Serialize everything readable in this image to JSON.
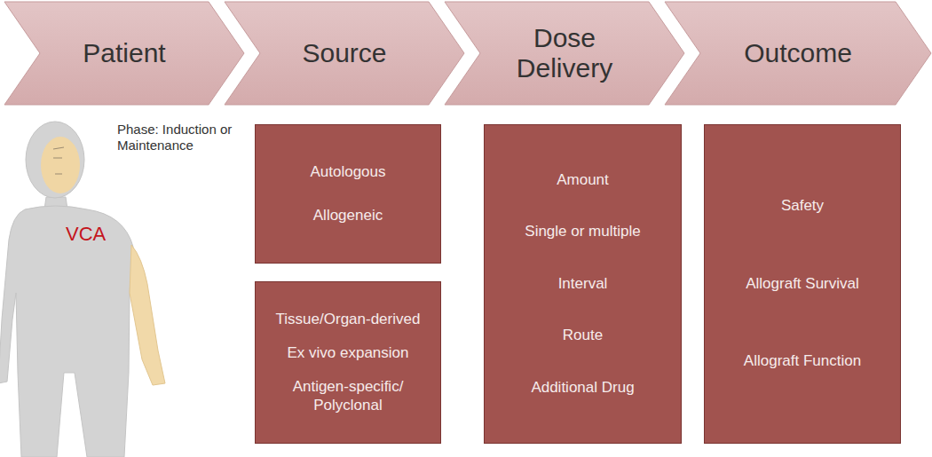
{
  "diagram": {
    "nodes": [
      {
        "text": [
          "Patient"
        ]
      },
      {
        "text": [
          "Source"
        ]
      },
      {
        "text": [
          "Dose Delivery"
        ]
      },
      {
        "text": [
          "Outcome"
        ]
      },
      {
        "text": [
          "Autologous",
          "Allogeneic"
        ]
      },
      {
        "text": [
          "Tissue/Organ-derived",
          "Ex vivo expansion",
          "Antigen-specific/ Polyclonal"
        ]
      },
      {
        "text": [
          "Amount",
          "Single or multiple",
          "Interval",
          "Route",
          "Additional Drug"
        ]
      },
      {
        "text": [
          "Safety",
          "Allograft Survival",
          "Allograft Function"
        ]
      }
    ],
    "labels": [
      "Phase: Induction or Maintenance",
      "VCA"
    ]
  }
}
